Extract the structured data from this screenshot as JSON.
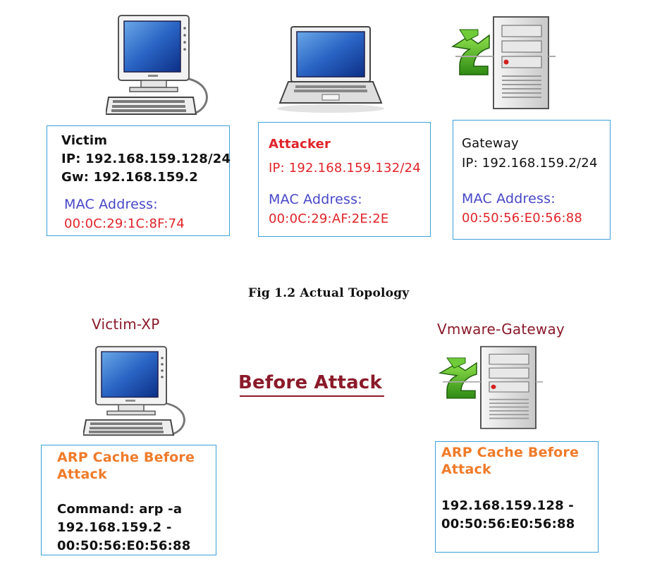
{
  "victim": {
    "name": "Victim",
    "ip": "IP:   192.168.159.128/24",
    "gw": "Gw: 192.168.159.2",
    "mac_label": "MAC Address:",
    "mac": "00:0C:29:1C:8F:74"
  },
  "attacker": {
    "name": "Attacker",
    "ip": "IP: 192.168.159.132/24",
    "mac_label": "MAC Address:",
    "mac": "00:0C:29:AF:2E:2E"
  },
  "gateway": {
    "name": "Gateway",
    "ip": "IP: 192.168.159.2/24",
    "mac_label": "MAC Address:",
    "mac": "00:50:56:E0:56:88"
  },
  "caption": "Fig 1.2 Actual Topology",
  "victim_xp": {
    "title": "Victim-XP",
    "arp_title_1": "ARP Cache Before",
    "arp_title_2": "Attack",
    "command": "Command: arp -a",
    "entry_ip": "192.168.159.2 -",
    "entry_mac": "00:50:56:E0:56:88"
  },
  "center_label": "Before Attack",
  "vmware_gateway": {
    "title": "Vmware-Gateway",
    "arp_title_1": "ARP Cache Before",
    "arp_title_2": "Attack",
    "entry_ip": "192.168.159.128 -",
    "entry_mac": "00:50:56:E0:56:88"
  },
  "colors": {
    "border": "#3aa0d8",
    "red": "#e0242a",
    "blue": "#4646c8",
    "orange": "#f07b2a",
    "maroon": "#8b1a2a"
  },
  "icons": [
    "desktop-computer-icon",
    "laptop-icon",
    "server-with-arrow-icon"
  ]
}
